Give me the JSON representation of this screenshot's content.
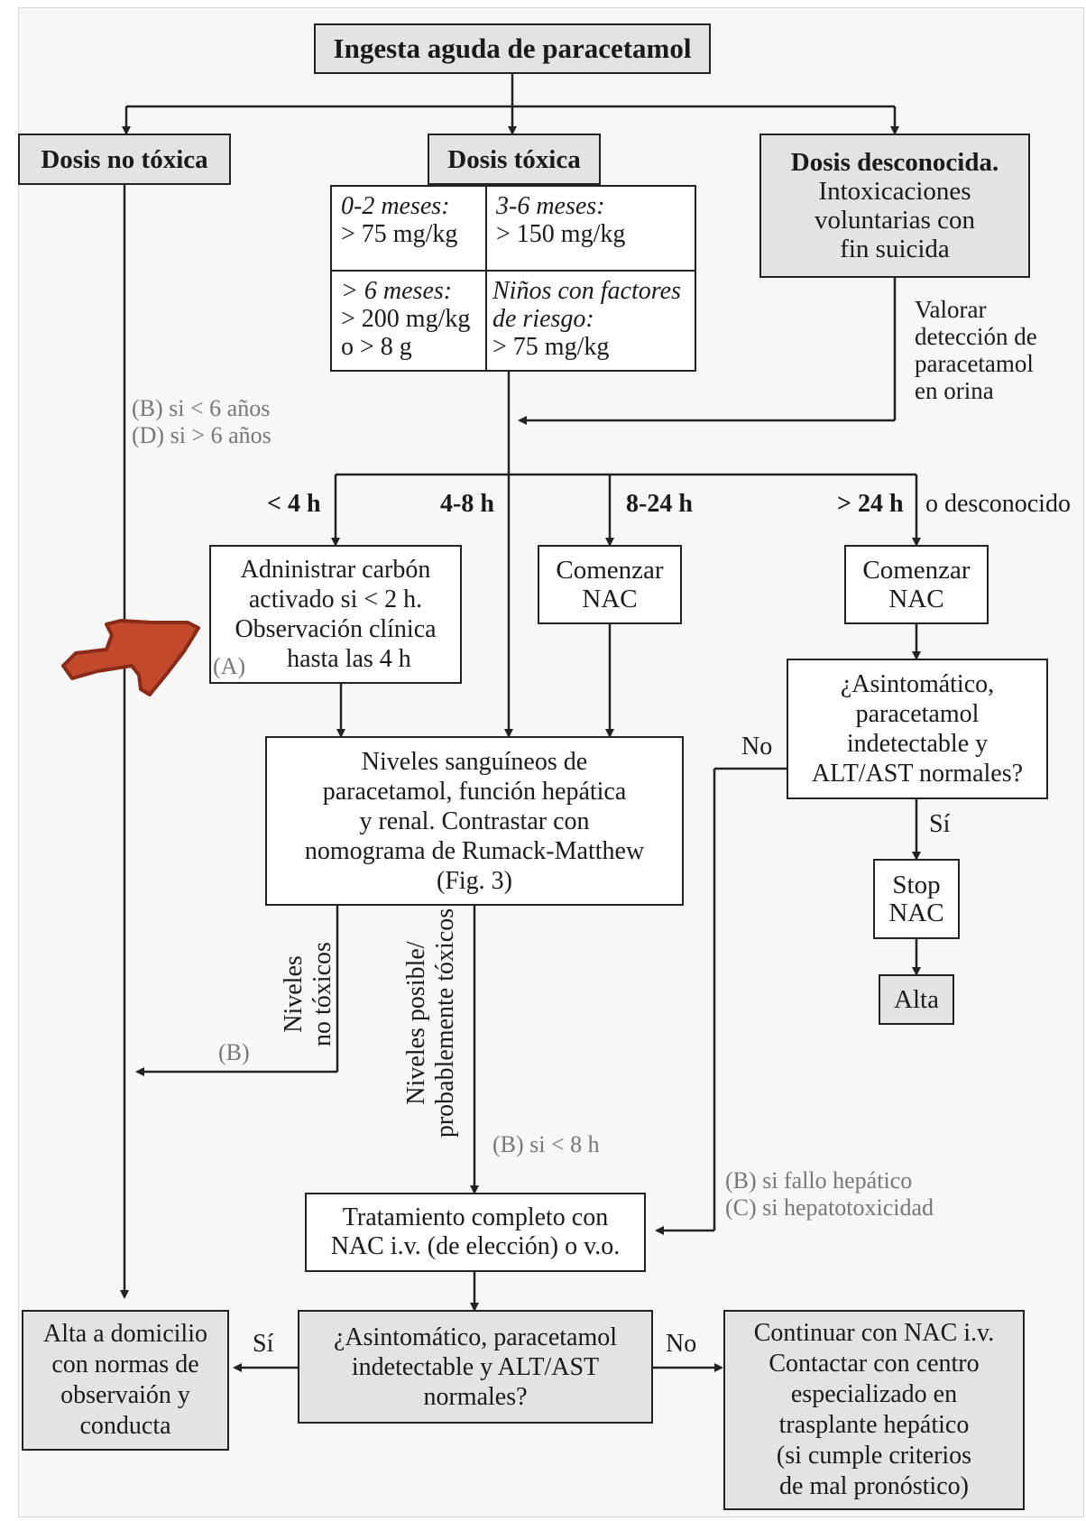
{
  "nodes": {
    "start": "Ingesta aguda de paracetamol",
    "dose_nontoxic": "Dosis no tóxica",
    "dose_toxic": "Dosis tóxica",
    "dose_unknown_title": "Dosis desconocida.",
    "dose_unknown_l1": "Intoxicaciones",
    "dose_unknown_l2": "voluntarias con",
    "dose_unknown_l3": "fin suicida",
    "charcoal_l1": "Adninistrar carbón",
    "charcoal_l2": "activado si < 2 h.",
    "charcoal_l3": "Observación clínica",
    "charcoal_l4": "hasta las 4 h",
    "nac_start_mid_l1": "Comenzar",
    "nac_start_mid_l2": "NAC",
    "nac_start_right_l1": "Comenzar",
    "nac_start_right_l2": "NAC",
    "asym_right_l1": "¿Asintomático,",
    "asym_right_l2": "paracetamol",
    "asym_right_l3": "indetectable y",
    "asym_right_l4": "ALT/AST normales?",
    "levels_l1": "Niveles sanguíneos de",
    "levels_l2": "paracetamol, función hepática",
    "levels_l3": "y renal. Contrastar con",
    "levels_l4": "nomograma de Rumack-Matthew",
    "levels_l5": "(Fig. 3)",
    "stop_l1": "Stop",
    "stop_l2": "NAC",
    "alta": "Alta",
    "treatment_l1": "Tratamiento completo con",
    "treatment_l2": "NAC i.v. (de elección) o v.o.",
    "asym_bottom_l1": "¿Asintomático, paracetamol",
    "asym_bottom_l2": "indetectable y ALT/AST",
    "asym_bottom_l3": "normales?",
    "discharge_l1": "Alta a domicilio",
    "discharge_l2": "con normas de",
    "discharge_l3": "observaión y",
    "discharge_l4": "conducta",
    "continue_l1": "Continuar con NAC i.v.",
    "continue_l2": "Contactar con centro",
    "continue_l3": "especializado en",
    "continue_l4": "trasplante hepático",
    "continue_l5": "(si cumple criterios",
    "continue_l6": "de mal pronóstico)"
  },
  "dose_table": [
    {
      "age": "0-2 meses:",
      "dose": "> 75 mg/kg"
    },
    {
      "age": "3-6 meses:",
      "dose": "> 150 mg/kg"
    },
    {
      "age": "> 6 meses:",
      "dose": "> 200 mg/kg",
      "dose2": "o > 8 g"
    },
    {
      "age": "Niños con factores",
      "age2": "de riesgo:",
      "dose": "> 75 mg/kg"
    }
  ],
  "labels": {
    "urine_l1": "Valorar",
    "urine_l2": "detección de",
    "urine_l3": "paracetamol",
    "urine_l4": "en orina",
    "t1": "< 4 h",
    "t2": "4-8 h",
    "t3": "8-24 h",
    "t4": "> 24 h",
    "t4_extra": "o desconocido",
    "no_right": "No",
    "si_right": "Sí",
    "si_bottom": "Sí",
    "no_bottom": "No",
    "nontoxic_levels_l1": "Niveles",
    "nontoxic_levels_l2": "no tóxicos",
    "toxic_levels_l1": "Niveles posible/",
    "toxic_levels_l2": "probablemente tóxicos"
  },
  "evidence": {
    "age_b": "(B) si < 6 años",
    "age_d": "(D) si > 6 años",
    "charcoal_a": "(A)",
    "nontoxic_b": "(B)",
    "toxic_b": "(B) si < 8 h",
    "liver_b": "(B) si fallo hepático",
    "liver_c": "(C) si hepatotoxicidad"
  },
  "colors": {
    "box_fill": "#ffffff",
    "grey_fill": "#e3e3e3",
    "line": "#222222",
    "evidence_text": "#777777",
    "annotation_arrow": "#c24a2c"
  }
}
